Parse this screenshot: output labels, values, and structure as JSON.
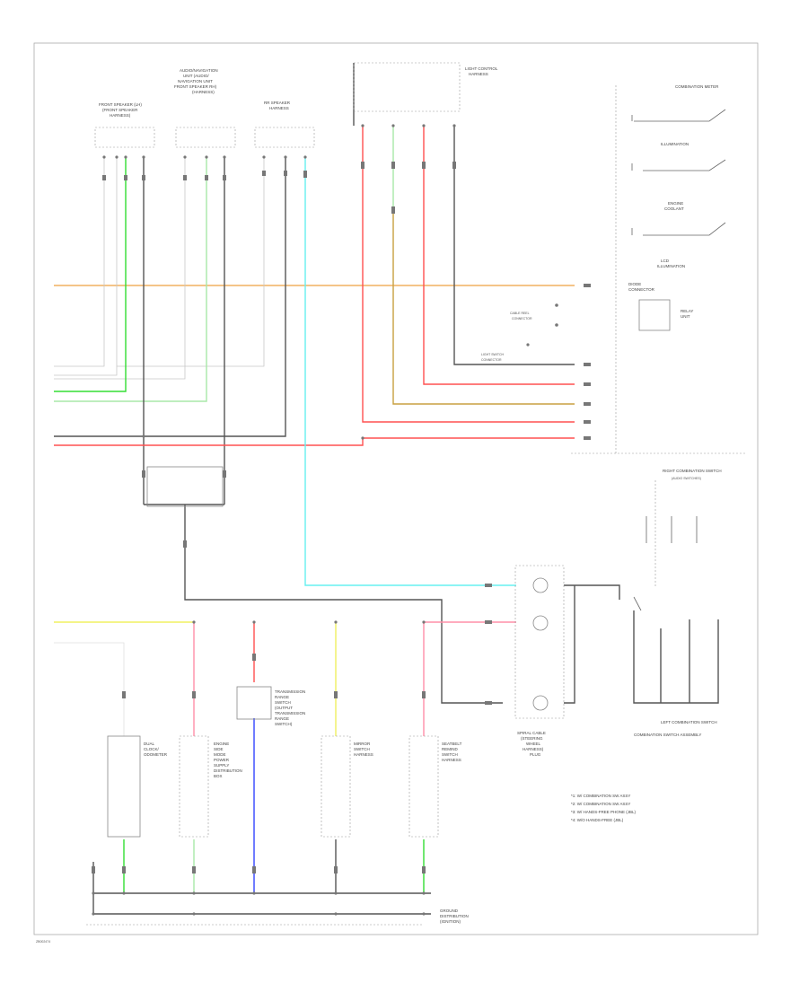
{
  "colors": {
    "black": "#555555",
    "gray": "#c8c8c8",
    "green": "#33dd33",
    "lightgreen": "#a8e8a8",
    "red": "#ff5050",
    "pink": "#ff8fa8",
    "orange": "#f0b060",
    "olive": "#c8a040",
    "cyan": "#66f0f0",
    "yellow": "#f0f060",
    "blue": "#3344ff",
    "white": "#e0e0e0"
  },
  "labels": {
    "front_speaker_l": "FRONT SPEAKER (LH)",
    "front_speaker_l2": "(FRONT SPEAKER",
    "front_speaker_l3": "HARNESS)",
    "radio_ant": "AUDIO/NAVIGATION",
    "radio_ant2": "UNIT (AUDIO/",
    "radio_ant3": "NAVIGATION UNIT",
    "radio_ant4": "FRONT SPEAKER RH)",
    "radio_ant5": "(HARNESS)",
    "rr_speaker": "RR SPEAKER",
    "rr_speaker2": "HARNESS",
    "light_control": "LIGHT CONTROL",
    "light_control2": "HARNESS",
    "combination_meter": "COMBINATION METER",
    "illumination": "ILLUMINATION",
    "engine_coolant": "ENGINE",
    "engine_coolant2": "COOLANT",
    "ground_row": "LCD",
    "ground_row2": "ILLUMINATION",
    "wire_harness": "DIODE",
    "wire_harness2": "CONNECTOR",
    "relay_unit": "RELAY",
    "relay_unit2": "UNIT",
    "cable_label": "CABLE REEL",
    "cable_label2": "CONNECTOR",
    "light_ctrl_sw": "LIGHT SWITCH",
    "light_ctrl_sw2": "CONNECTOR",
    "right_combo_sw": "RIGHT COMBINATION SWITCH",
    "right_combo_sw2": "(AUDIO SWITCHES)",
    "left_combo_sw": "LEFT COMBINATION SWITCH",
    "combo_switch_assy": "COMBINATION SWITCH ASSEMBLY",
    "spiral_cable": "SPIRAL CABLE",
    "spiral_cable2": "(STEERING",
    "spiral_cable3": "WHEEL",
    "spiral_cable4": "HARNESS)",
    "spiral_cable5": "PLUG",
    "dual_clock": "DUAL",
    "dual_clock2": "CLOCK/",
    "dual_clock3": "ODOMETER",
    "power_module": "ENGINE",
    "power_module2": "SIDE",
    "power_module3": "MODE",
    "power_module4": "POWER",
    "power_module5": "SUPPLY",
    "power_module6": "DISTRIBUTION",
    "power_module7": "BOX",
    "transmission": "TRANSMISSION",
    "transmission2": "RANGE",
    "transmission3": "SWITCH",
    "transmission4": "(OUTPUT",
    "transmission5": "TRANSMISSION",
    "transmission6": "RANGE",
    "transmission7": "SWITCH)",
    "sunroof_ctrl": "MIRROR",
    "sunroof_ctrl2": "SWITCH",
    "sunroof_ctrl3": "HARNESS",
    "blower_motor": "SEATBELT",
    "blower_motor2": "REMIND",
    "blower_motor3": "SWITCH",
    "blower_motor4": "HARNESS",
    "ground_dist": "GROUND",
    "ground_dist2": "DISTRIBUTION",
    "ground_dist3": "(IGNITION)",
    "legend1": "*1: W/ COMBINATION SW ASSY",
    "legend2": "*2: W/ COMBINATION SW ASSY",
    "legend3": "*3: W/ HANDS-FREE PHONE (JBL)",
    "legend4": "*4: W/O HANDS-FREE (JBL)",
    "code_label": "ZB002474"
  }
}
